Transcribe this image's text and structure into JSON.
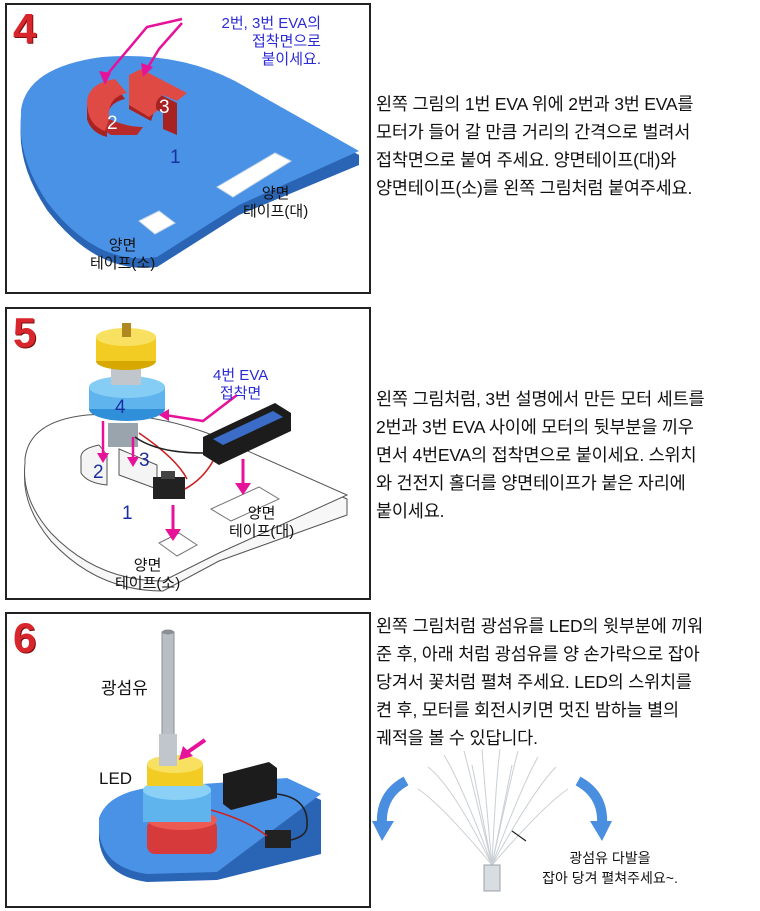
{
  "steps": [
    {
      "number": "4",
      "labels": {
        "callout": "2번, 3번 EVA의\n접착면으로\n붙이세요.",
        "part1": "1",
        "part2": "2",
        "part3": "3",
        "tape_large": "양면\n테이프(대)",
        "tape_small": "양면\n테이프(소)"
      },
      "description": "왼쪽 그림의 1번 EVA 위에 2번과 3번 EVA를\n모터가 들어 갈 만큼 거리의 간격으로 벌려서\n접착면으로 붙여 주세요. 양면테이프(대)와\n양면테이프(소)를  왼쪽 그림처럼 붙여주세요."
    },
    {
      "number": "5",
      "labels": {
        "callout": "4번 EVA\n접착면",
        "part1": "1",
        "part2": "2",
        "part3": "3",
        "part4": "4",
        "tape_large": "양면\n테이프(대)",
        "tape_small": "양면\n테이프(소)"
      },
      "description": "왼쪽 그림처럼, 3번 설명에서 만든 모터 세트를\n2번과 3번  EVA 사이에 모터의 뒷부분을 끼우\n면서 4번EVA의 접착면으로 붙이세요. 스위치\n와 건전지 홀더를 양면테이프가 붙은 자리에\n붙이세요."
    },
    {
      "number": "6",
      "labels": {
        "fiber": "광섬유",
        "led": "LED"
      },
      "description": "왼쪽 그림처럼 광섬유를 LED의 윗부분에 끼워\n준 후, 아래 처럼 광섬유를 양 손가락으로 잡아\n당겨서 꽃처럼 펼쳐 주세요. LED의 스위치를\n켠 후, 모터를 회전시키면 멋진 밤하늘 별의\n궤적을 볼 수 있답니다.",
      "fiber_caption": "광섬유 다발을\n잡아 당겨  펼쳐주세요~."
    }
  ],
  "colors": {
    "step_number": "#d8262c",
    "eva_blue": "#3f87dc",
    "eva_red": "#d83b3b",
    "eva_yellow": "#f4d126",
    "callout_blue": "#2b2bd6",
    "arrow_magenta": "#e6129a"
  }
}
